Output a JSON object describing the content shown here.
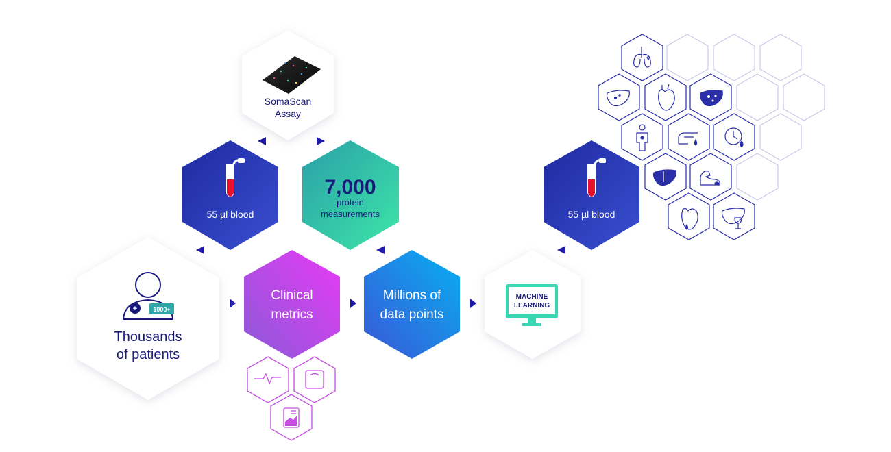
{
  "soma": {
    "line1": "SomaScan",
    "line2": "Assay"
  },
  "blood_left": {
    "label": "55 µl blood"
  },
  "blood_right": {
    "label": "55 µl blood"
  },
  "proteins": {
    "number": "7,000",
    "line1": "protein",
    "line2": "measurements"
  },
  "patients": {
    "line1": "Thousands",
    "line2": "of patients",
    "badge": "1000+"
  },
  "clinical": {
    "line1": "Clinical",
    "line2": "metrics"
  },
  "datapoints": {
    "line1": "Millions of",
    "line2": "data points"
  },
  "ml": {
    "line1": "MACHINE",
    "line2": "LEARNING"
  },
  "colors": {
    "navy": "#1f1aa8",
    "blue_hex": "#2a3eb8",
    "teal_hex": "#2fd6a0",
    "magenta_hex": "#d639f2",
    "cyan_hex": "#0aa6f0",
    "text_navy": "#1a1a7c",
    "clinical_outline": "#c44fe0",
    "organ_outline": "#2a2fa8",
    "empty_outline": "#c9cbe8"
  },
  "icons": {
    "soma": "assay-chip-icon",
    "blood": "blood-tube-icon",
    "patient": "patient-avatar-icon",
    "ml": "machine-learning-monitor-icon",
    "clinical": [
      "ecg-pulse-icon",
      "weighing-scale-icon",
      "report-chart-icon"
    ],
    "organs": [
      "lungs-icon",
      "liver-icon",
      "heart-icon",
      "liver-spotted-icon",
      "body-icon",
      "hand-drop-icon",
      "clock-drop-icon",
      "liver-icon",
      "muscle-arm-icon",
      "heart-drop-icon",
      "liver-wine-icon"
    ]
  }
}
